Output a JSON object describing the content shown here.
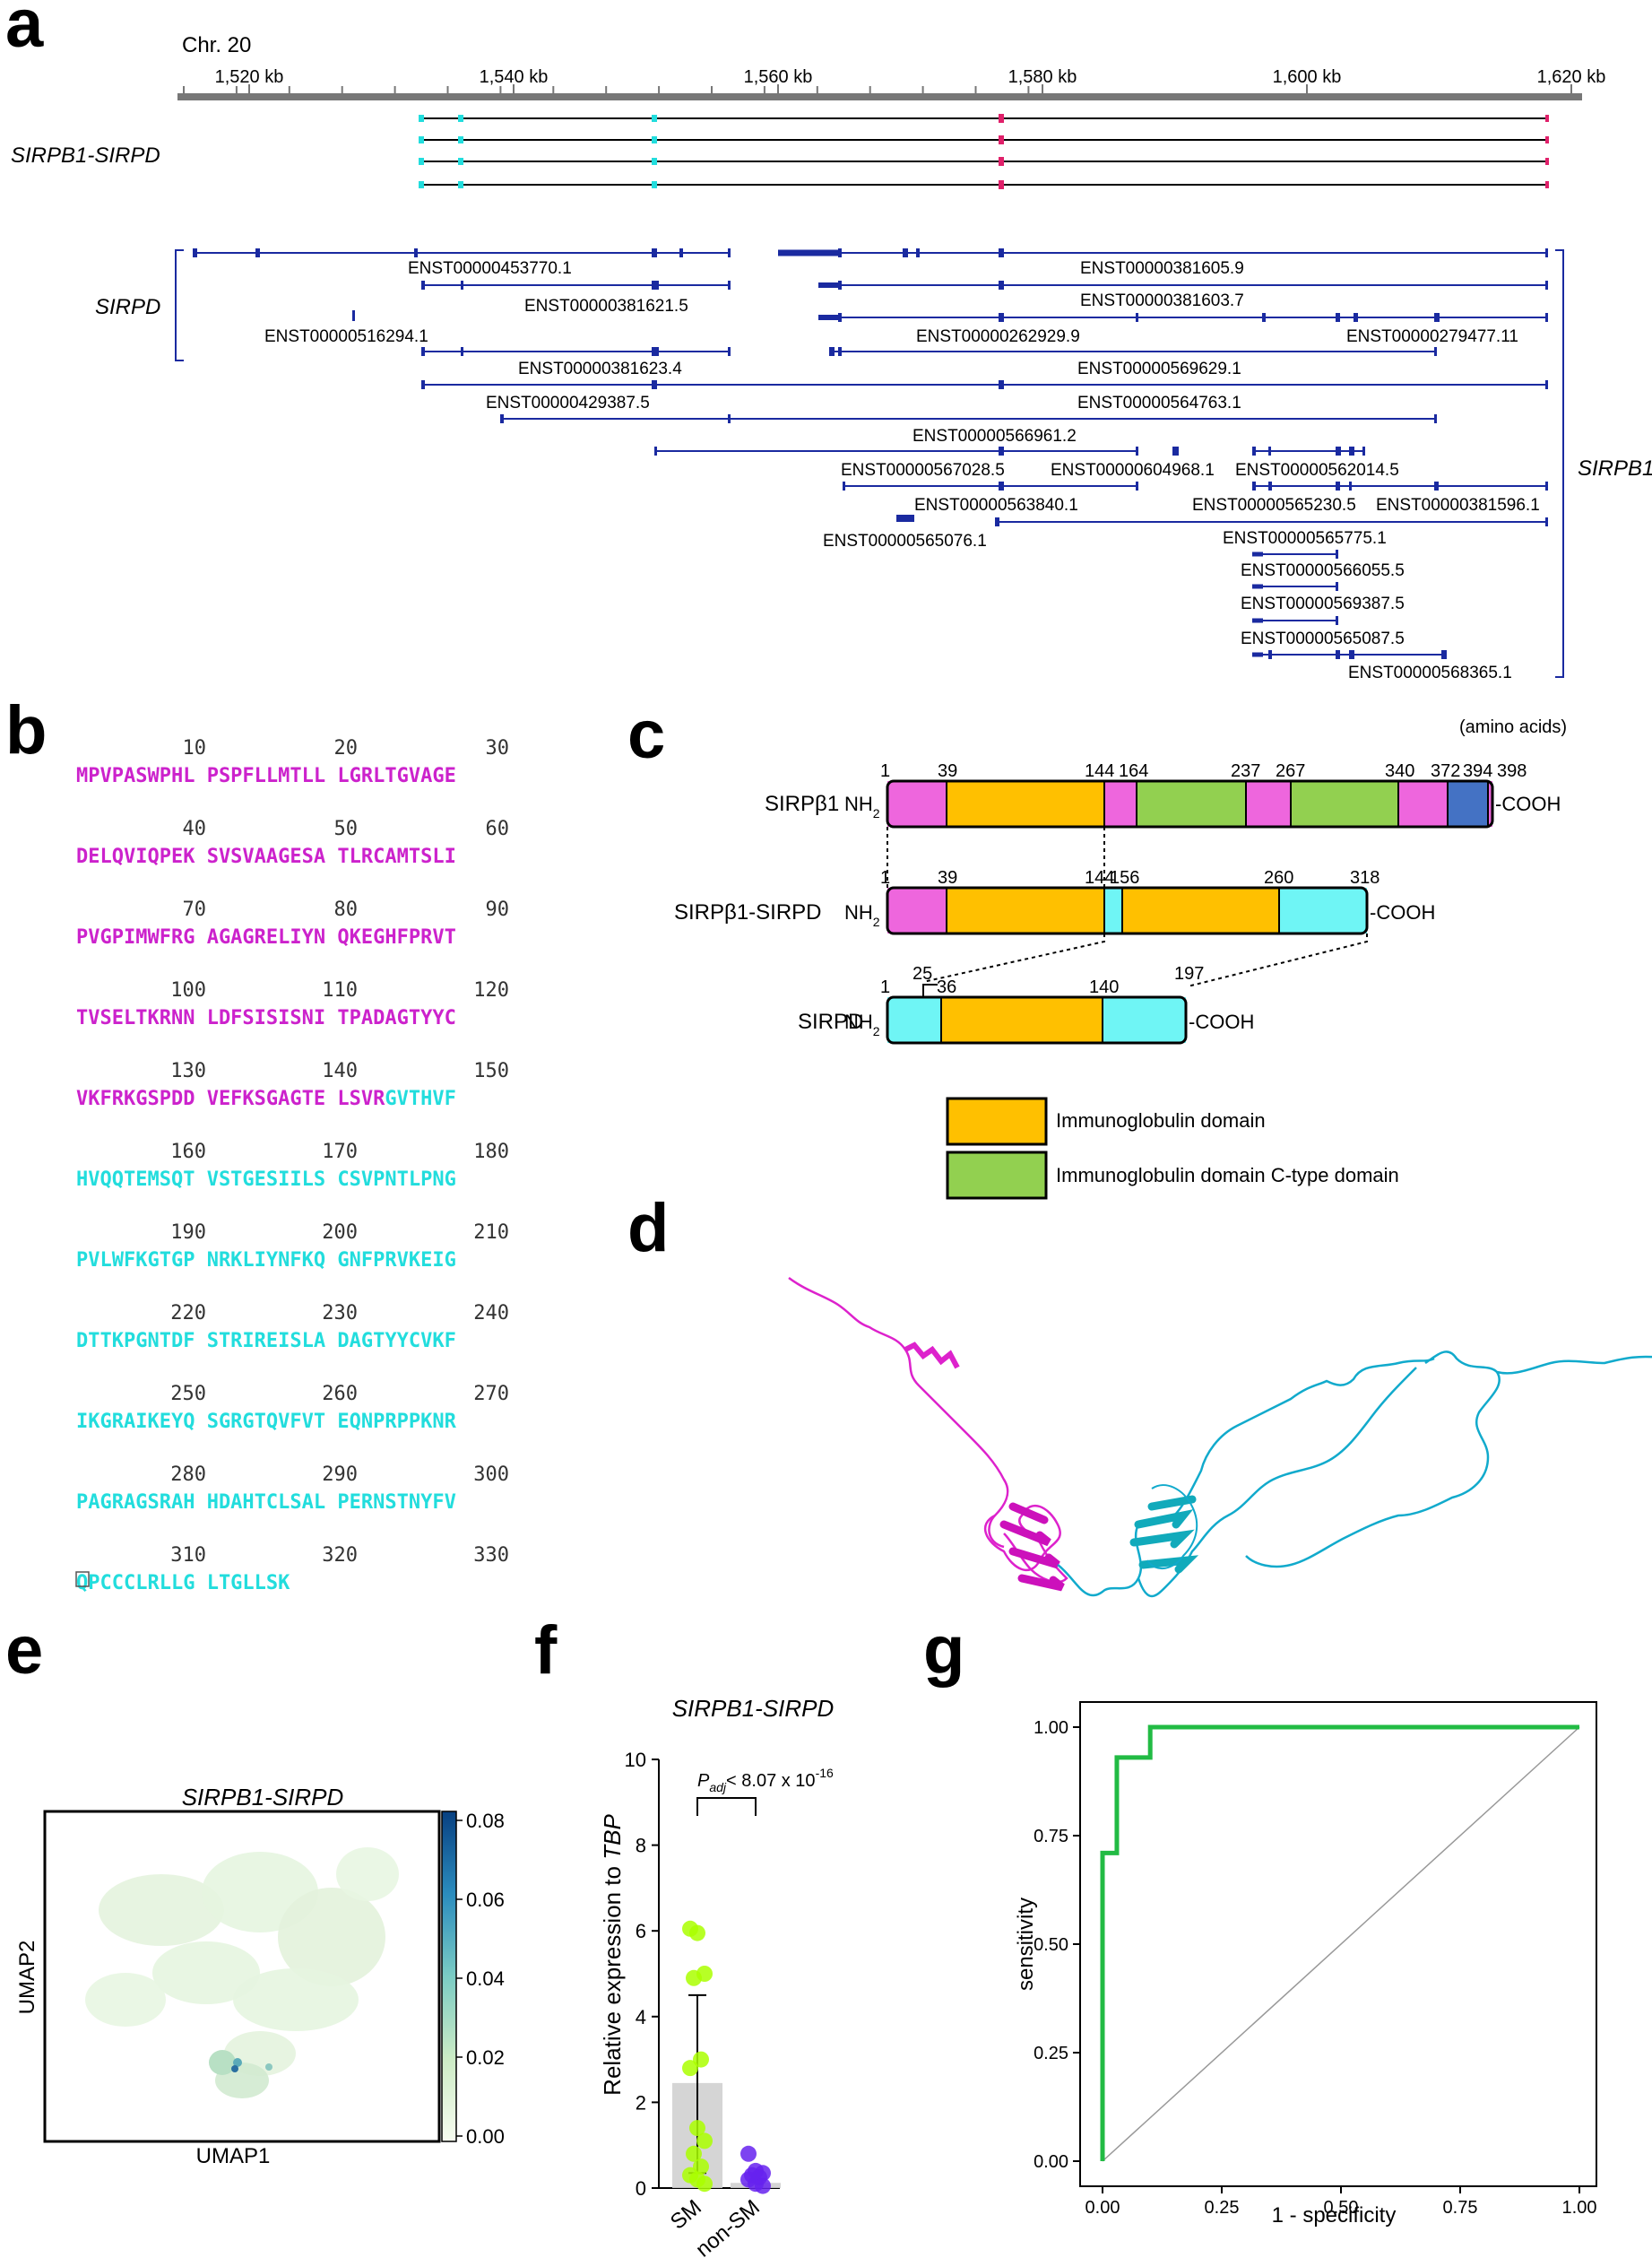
{
  "panels": {
    "a": "a",
    "b": "b",
    "c": "c",
    "d": "d",
    "e": "e",
    "f": "f",
    "g": "g"
  },
  "panel_a": {
    "chromosome": "Chr. 20",
    "ticks": [
      "1,520 kb",
      "1,540 kb",
      "1,560 kb",
      "1,580 kb",
      "1,600 kb",
      "1,620 kb"
    ],
    "fusion_label": "SIRPB1-SIRPD",
    "gene_left": "SIRPD",
    "gene_right": "SIRPB1",
    "transcripts": [
      "ENST00000453770.1",
      "ENST00000381621.5",
      "ENST00000516294.1",
      "ENST00000381623.4",
      "ENST00000429387.5",
      "ENST00000381605.9",
      "ENST00000381603.7",
      "ENST00000262929.9",
      "ENST00000279477.11",
      "ENST00000569629.1",
      "ENST00000564763.1",
      "ENST00000566961.2",
      "ENST00000567028.5",
      "ENST00000604968.1",
      "ENST00000562014.5",
      "ENST00000563840.1",
      "ENST00000565230.5",
      "ENST00000381596.1",
      "ENST00000565076.1",
      "ENST00000565775.1",
      "ENST00000566055.5",
      "ENST00000569387.5",
      "ENST00000565087.5",
      "ENST00000568365.1"
    ]
  },
  "panel_b": {
    "ruler": [
      "10",
      "20",
      "30",
      "40",
      "50",
      "60",
      "70",
      "80",
      "90",
      "100",
      "110",
      "120",
      "130",
      "140",
      "150",
      "160",
      "170",
      "180",
      "190",
      "200",
      "210",
      "220",
      "230",
      "240",
      "250",
      "260",
      "270",
      "280",
      "290",
      "300",
      "310",
      "320",
      "330"
    ],
    "rows": [
      [
        [
          "MPVPASWPHL PSPFLLMTLL LGRLTGVAGE",
          "m"
        ]
      ],
      [
        [
          "DELQVIQPEK SVSVAAGESA TLRCAMTSLI",
          "m"
        ]
      ],
      [
        [
          "PVGPIMWFRG AGAGRELIYN QKEGHFPRVT",
          "m"
        ]
      ],
      [
        [
          "TVSELTKRNN LDFSISISNI TPADAGTYYC",
          "m"
        ]
      ],
      [
        [
          "VKFRKGSPDD VEFKSGAGTE LSVR",
          "m"
        ],
        [
          "GVTHVF",
          "c"
        ]
      ],
      [
        [
          "HVQQTEMSQT VSTGESIILS CSVPNTLPNG",
          "c"
        ]
      ],
      [
        [
          "PVLWFKGTGP NRKLIYNFKQ GNFPRVKEIG",
          "c"
        ]
      ],
      [
        [
          "DTTKPGNTDF STRIREISLA DAGTYYCVKF",
          "c"
        ]
      ],
      [
        [
          "IKGRAIKEYQ SGRGTQVFVT EQNPRPPKNR",
          "c"
        ]
      ],
      [
        [
          "PAGRAGSRAH HDAHTCLSAL PERNSTNYFV",
          "c"
        ]
      ],
      [
        [
          "QPCCCLRLLG LTGLLSK",
          "c"
        ]
      ]
    ],
    "colors": {
      "m": "#cc22cc",
      "c": "#22dddd"
    }
  },
  "panel_c": {
    "units": "(amino acids)",
    "proteins": [
      {
        "name": "SIRPβ1",
        "nterm": "NH",
        "nsub": "2",
        "cterm": "-COOH",
        "positions": [
          "1",
          "39",
          "144",
          "164",
          "237",
          "267",
          "340",
          "372",
          "394",
          "398"
        ]
      },
      {
        "name": "SIRPβ1-SIRPD",
        "nterm": "NH",
        "nsub": "2",
        "cterm": "-COOH",
        "positions": [
          "1",
          "39",
          "144",
          "156",
          "260",
          "318"
        ]
      },
      {
        "name": "SIRPD",
        "nterm": "NH",
        "nsub": "2",
        "cterm": "-COOH",
        "positions": [
          "1",
          "25",
          "36",
          "140",
          "197"
        ]
      }
    ],
    "legend": [
      "Immunoglobulin domain",
      "Immunoglobulin domain C-type domain"
    ],
    "colors": {
      "pink": "#ee66dd",
      "orange": "#ffc000",
      "green": "#92d050",
      "cyan": "#6ff5f5",
      "blue": "#4472c4"
    }
  },
  "panel_e": {
    "title": "SIRPB1-SIRPD",
    "xlabel": "UMAP1",
    "ylabel": "UMAP2",
    "colorbar_ticks": [
      "0.08",
      "0.06",
      "0.04",
      "0.02",
      "0.00"
    ]
  },
  "panel_f": {
    "title": "SIRPB1-SIRPD",
    "ylabel_main": "Relative expression to ",
    "ylabel_gene": "TBP",
    "pval_p": "P",
    "pval_sub": "adj",
    "pval_rest": "< 8.07 x 10",
    "pval_exp": "-16",
    "groups": [
      "SM",
      "non-SM"
    ]
  },
  "panel_g": {
    "xlabel": "1 - specificity",
    "ylabel": "sensitivity"
  },
  "chart_data": [
    {
      "type": "bar",
      "title": "SIRPB1-SIRPD",
      "ylabel": "Relative expression to TBP",
      "categories": [
        "SM",
        "non-SM"
      ],
      "values": [
        2.45,
        0.12
      ],
      "error_bar": {
        "SM": [
          0.35,
          4.5
        ]
      },
      "ylim": [
        0,
        10
      ],
      "yticks": [
        "0",
        "2",
        "4",
        "6",
        "8",
        "10"
      ],
      "points": {
        "SM": [
          6.05,
          5.95,
          5.0,
          4.9,
          3.0,
          2.8,
          1.4,
          1.1,
          0.8,
          0.5,
          0.3,
          0.2,
          0.1
        ],
        "non-SM": [
          0.8,
          0.4,
          0.35,
          0.3,
          0.25,
          0.2,
          0.1,
          0.05
        ]
      },
      "colors": {
        "SM": "#aaff00",
        "non-SM": "#6622ee"
      }
    },
    {
      "type": "line",
      "xlabel": "1 - specificity",
      "ylabel": "sensitivity",
      "xlim": [
        0,
        1
      ],
      "ylim": [
        0,
        1
      ],
      "xticks": [
        "0.00",
        "0.25",
        "0.50",
        "0.75",
        "1.00"
      ],
      "yticks": [
        "0.00",
        "0.25",
        "0.50",
        "0.75",
        "1.00"
      ],
      "series": [
        {
          "x": [
            0,
            0,
            0.03,
            0.03,
            0.1,
            0.1,
            1.0
          ],
          "y": [
            0,
            0.71,
            0.71,
            0.93,
            0.93,
            1.0,
            1.0
          ],
          "color": "#22bb44"
        }
      ],
      "diagonal": true
    }
  ]
}
